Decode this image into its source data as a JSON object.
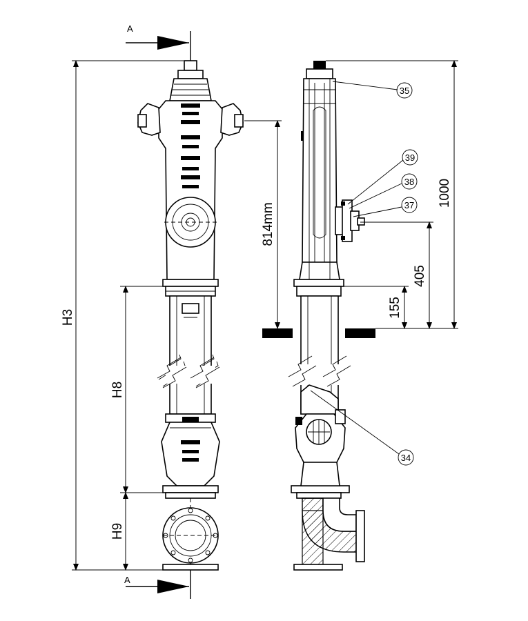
{
  "section": {
    "marker": "A"
  },
  "dimensions": {
    "height_total": "H3",
    "height_pipe": "H8",
    "height_base": "H9",
    "outlet_height": "814mm",
    "overall": "1000",
    "valve_height": "405",
    "flange_height": "155"
  },
  "callouts": [
    "35",
    "39",
    "38",
    "37",
    "34"
  ]
}
